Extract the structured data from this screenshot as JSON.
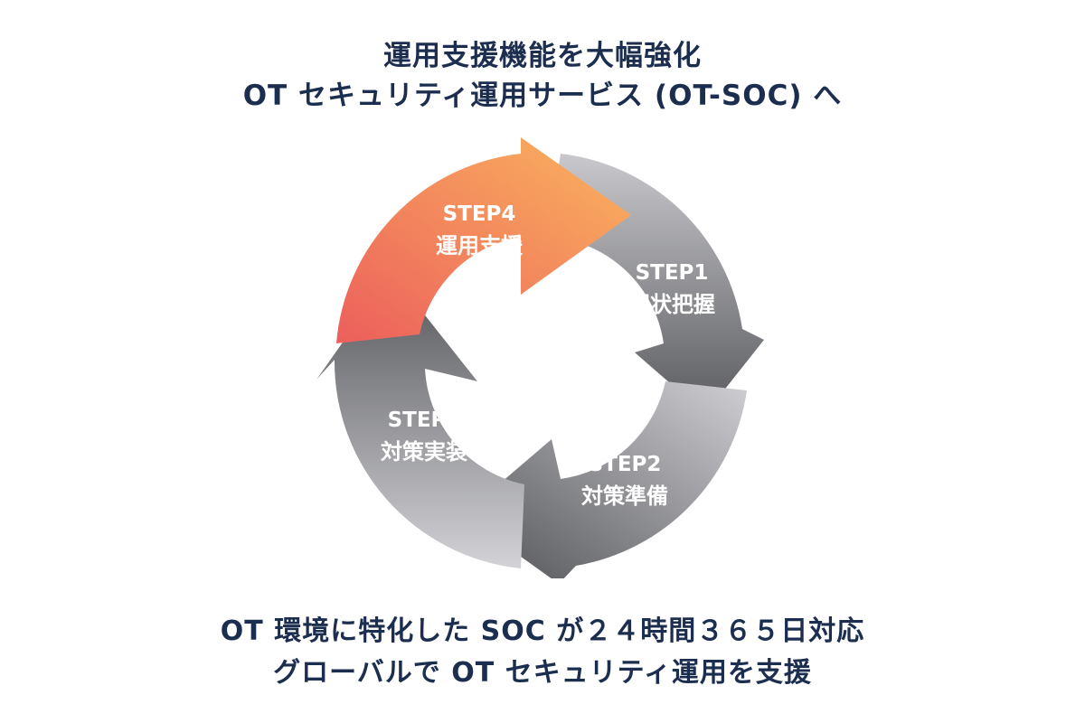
{
  "title": {
    "line1": "運用支援機能を大幅強化",
    "line2": "OT セキュリティ運用サービス (OT-SOC) へ"
  },
  "steps": [
    {
      "number": "STEP1",
      "label": "現状把握"
    },
    {
      "number": "STEP2",
      "label": "対策準備"
    },
    {
      "number": "STEP3",
      "label": "対策実装"
    },
    {
      "number": "STEP4",
      "label": "運用支援"
    }
  ],
  "footer": {
    "line1": "OT 環境に特化した SOC が２４時間３６５日対応",
    "line2": "グローバルで OT セキュリティ運用を支援"
  },
  "colors": {
    "title_text": "#1c2e4f",
    "step4_from": "#f06a5e",
    "step4_to": "#f9b25e",
    "gray_dark": "#55565a",
    "gray_light": "#d6d6da"
  }
}
